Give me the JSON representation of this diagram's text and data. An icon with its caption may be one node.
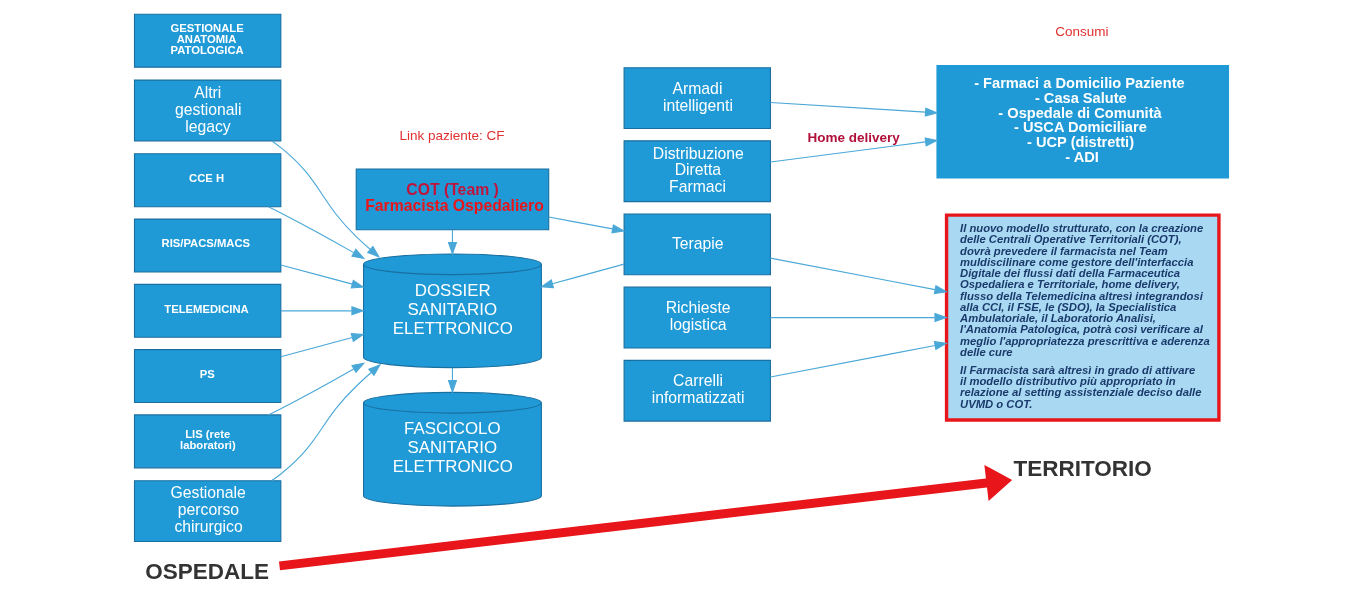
{
  "diagram": {
    "nodes": [
      {
        "text": [
          "OSPEDALE"
        ]
      },
      {
        "text": [
          "TERRITORIO"
        ]
      },
      {
        "text": [
          "Altri gestionali legacy"
        ]
      },
      {
        "text": [
          "COT (Team )",
          "Farmacista Ospedaliero"
        ]
      },
      {
        "text": [
          "Terapie"
        ]
      },
      {
        "text": [
          "Il nuovo modello strutturato, con la creazione delle Centrali Operative Territoriali (COT), dovrà prevedere il farmacista nel Team muldiscilinare come gestore dell'interfaccia Digitale dei flussi dati della Farmaceutica Ospedaliera e Territoriale, home delivery, flusso della Telemedicina altresì integrandosi alla CCI, il FSE, le (SDO), la Specialistica Ambulatoriale, il Laboratorio Analisi, l'Anatomia Patologica, potrà così verificare al meglio l'appropriatezza prescrittiva e aderenza delle cure",
          "Il Farmacista sarà altresì in grado di attivare il modello distributivo più appropriato in relazione al setting assistenziale deciso dalle UVMD o COT."
        ]
      },
      {
        "text": [
          "CCE H"
        ]
      },
      {
        "text": [
          "DOSSIER SANITARIO ELETTRONICO"
        ]
      },
      {
        "text": [
          "RIS/PACS/MACS"
        ]
      },
      {
        "text": [
          "Richieste logistica"
        ]
      },
      {
        "text": [
          "TELEMEDICINA"
        ]
      },
      {
        "text": [
          "Carrelli informatizzati"
        ]
      },
      {
        "text": [
          "PS"
        ]
      },
      {
        "text": [
          "LIS (rete laboratori)"
        ]
      },
      {
        "text": [
          "Armadi intelligenti"
        ]
      },
      {
        "text": [
          "- Farmaci a Domicilio Paziente",
          "- Casa Salute",
          "- Ospedale di Comunità",
          "- USCA Domiciliare",
          "- UCP (distretti)",
          "- ADI"
        ]
      },
      {
        "text": [
          "GESTIONALE ANATOMIA PATOLOGICA"
        ]
      },
      {
        "text": [
          "Gestionale percorso chirurgico"
        ]
      },
      {
        "text": [
          "FASCICOLO SANITARIO ELETTRONICO"
        ]
      },
      {
        "text": [
          "Distribuzione Diretta Farmaci"
        ]
      }
    ],
    "edges": [
      {
        "from": 0,
        "to": 1,
        "arrow": "to",
        "style": "thick",
        "color": "#e8161b"
      },
      {
        "from": 6,
        "to": 7,
        "arrow": "to"
      },
      {
        "from": 8,
        "to": 7,
        "arrow": "to"
      },
      {
        "from": 10,
        "to": 7,
        "arrow": "to"
      },
      {
        "from": 12,
        "to": 7,
        "arrow": "to"
      },
      {
        "from": 13,
        "to": 7,
        "arrow": "to"
      },
      {
        "from": 2,
        "to": 7,
        "arrow": "to"
      },
      {
        "from": 3,
        "to": 7,
        "arrow": "to"
      },
      {
        "from": 3,
        "to": 4,
        "arrow": "to"
      },
      {
        "from": 4,
        "to": 7,
        "arrow": "to"
      },
      {
        "from": 17,
        "to": 7,
        "arrow": "to"
      },
      {
        "from": 7,
        "to": 18,
        "arrow": "to"
      },
      {
        "from": 4,
        "to": 5,
        "arrow": "to"
      },
      {
        "from": 9,
        "to": 5,
        "arrow": "to"
      },
      {
        "from": 11,
        "to": 5,
        "arrow": "to"
      },
      {
        "from": 14,
        "to": 15,
        "arrow": "to"
      },
      {
        "from": 19,
        "to": 15,
        "arrow": "to",
        "label": "Home delivery"
      }
    ],
    "labels": [
      "Link paziente: CF",
      "Consumi"
    ]
  }
}
